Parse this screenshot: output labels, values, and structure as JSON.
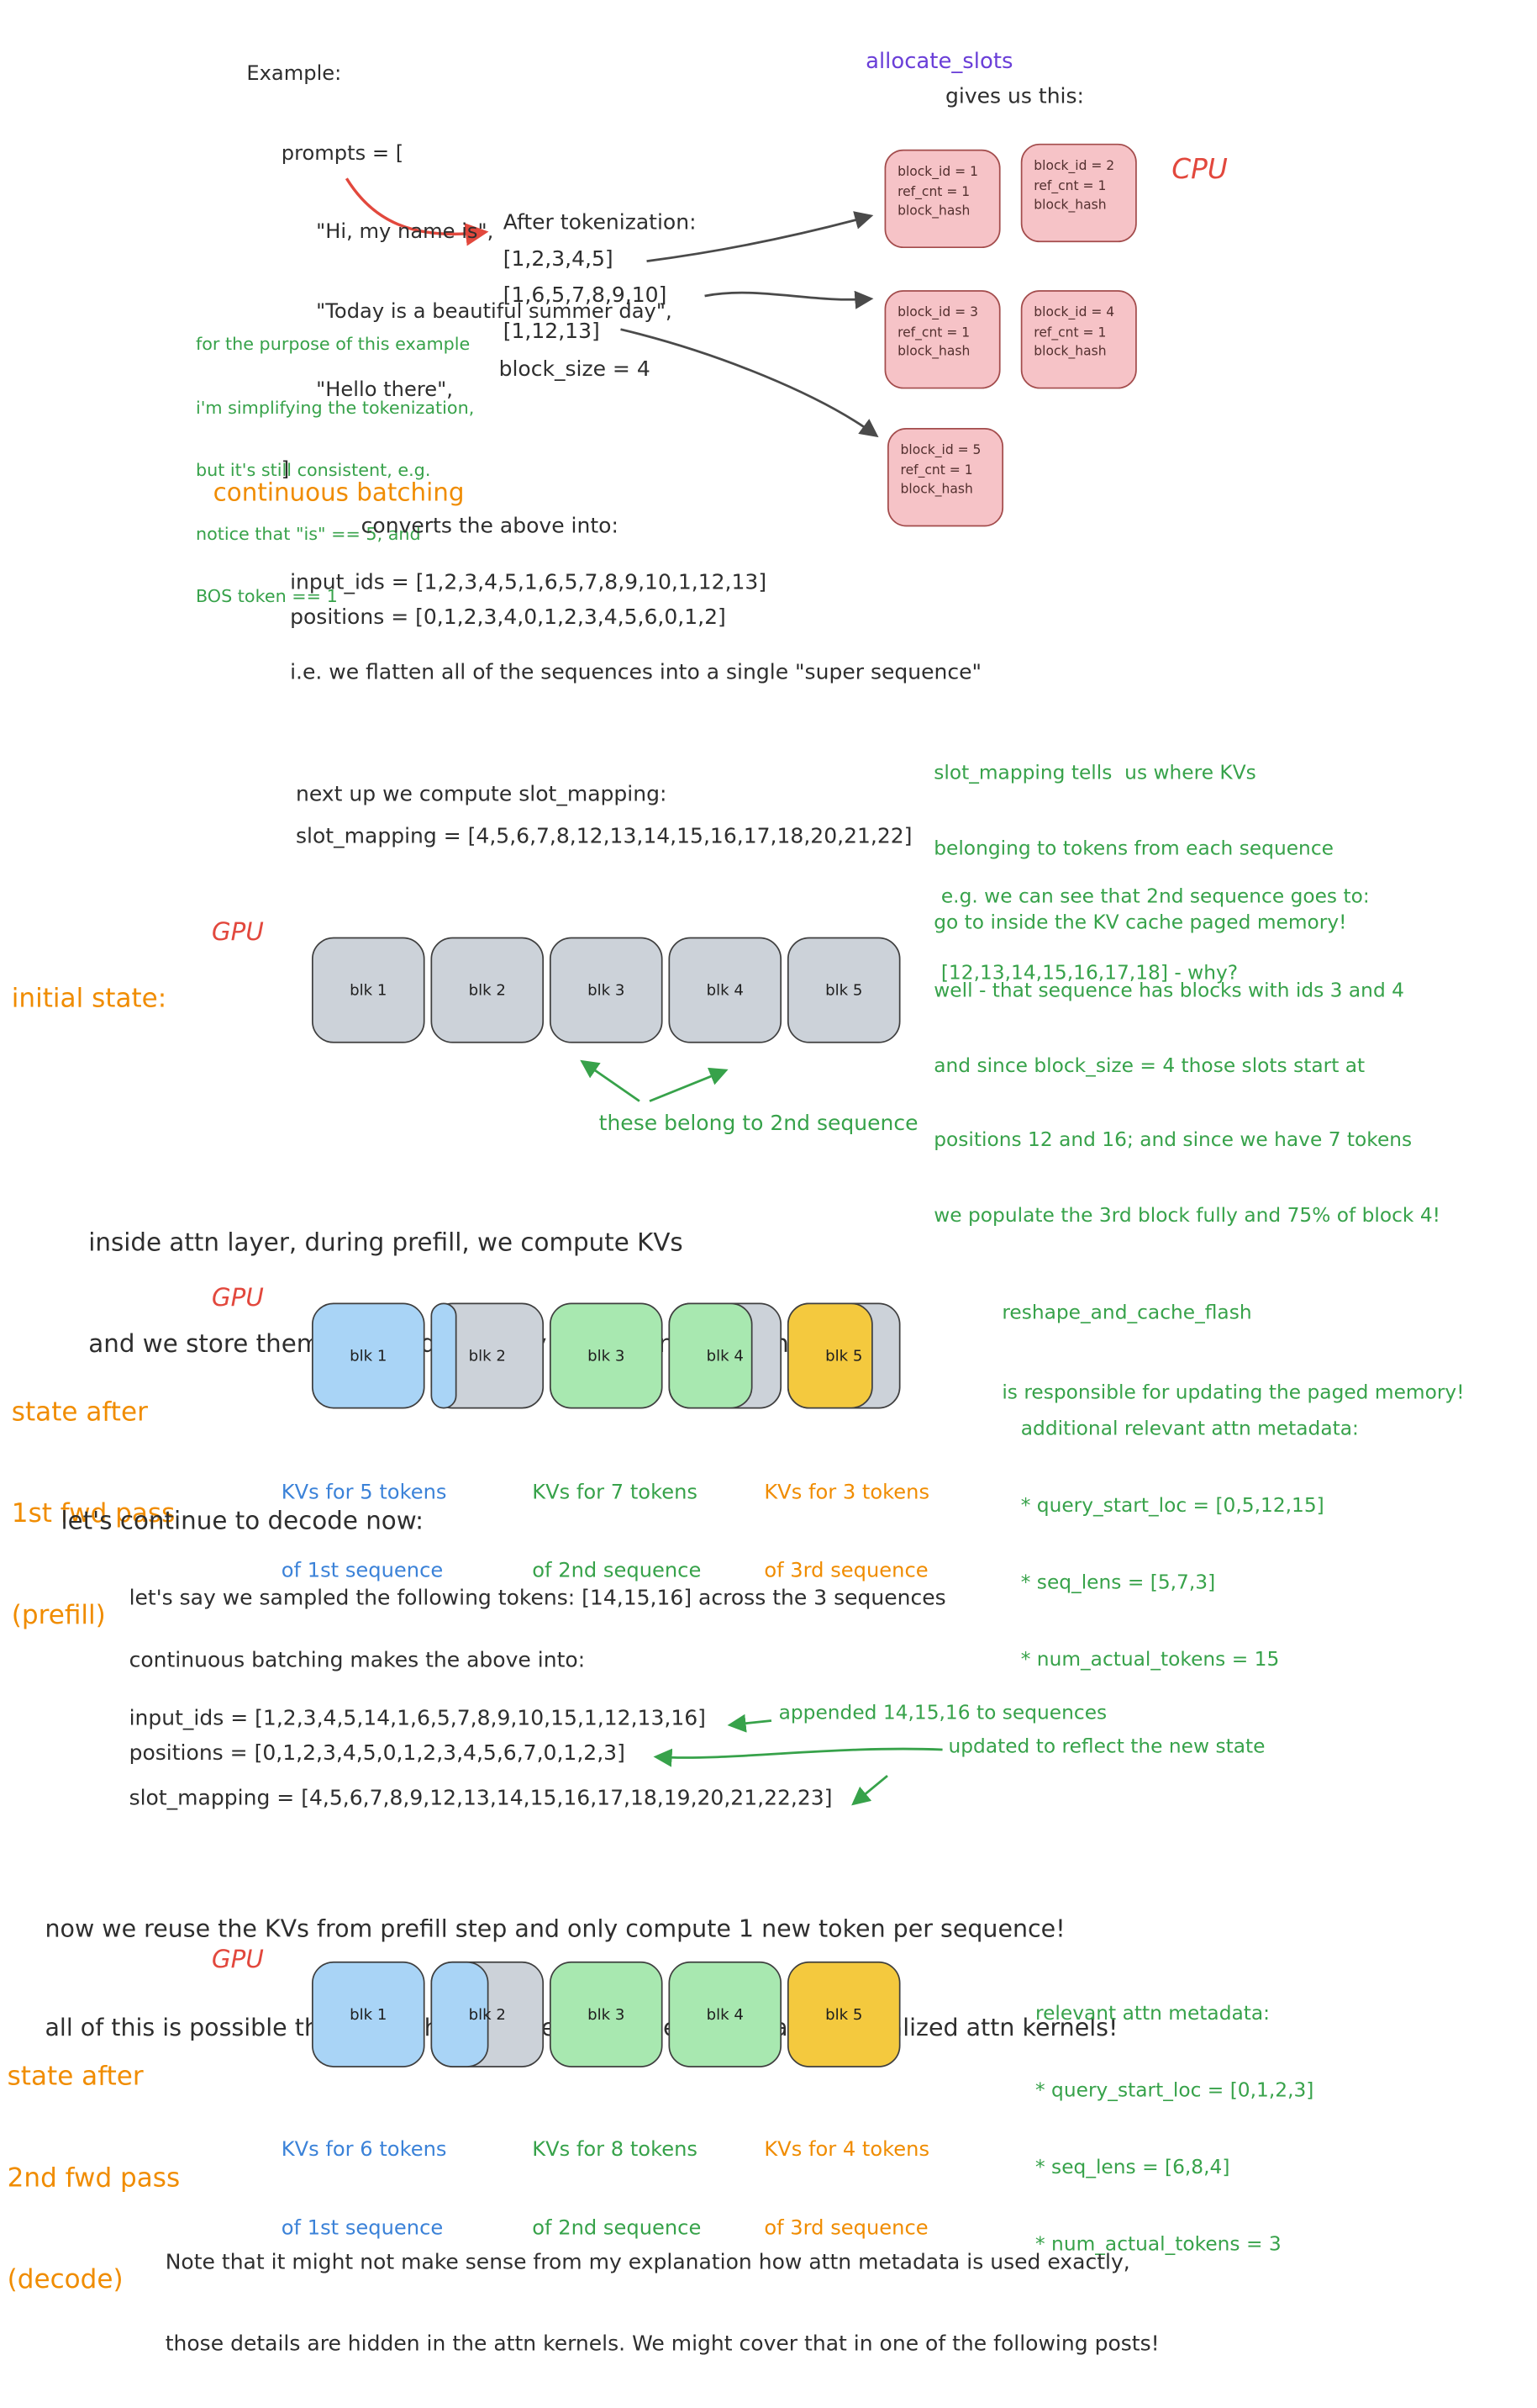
{
  "colors": {
    "orange_text": "#f08c00",
    "green_text": "#37a24a",
    "red_text": "#e2483d",
    "purple_text": "#6a3fd8",
    "blue_text": "#3b82d8",
    "pink_block": "#f6c3c7",
    "gray_block": "#ccd2d9",
    "blue_block": "#a9d4f6",
    "green_block": "#a8e8b0",
    "yellow_block": "#f4c93e"
  },
  "example": {
    "lines": [
      "Example:",
      "prompts = [",
      "\"Hi, my name is\",",
      "\"Today is a beautiful summer day\",",
      "\"Hello there\",",
      "]"
    ]
  },
  "allocate": {
    "title": "allocate_slots",
    "subtitle": "gives us this:",
    "cpu_label": "CPU",
    "blocks": [
      {
        "id": "block_id = 1",
        "ref": "ref_cnt = 1",
        "hash": "block_hash"
      },
      {
        "id": "block_id = 2",
        "ref": "ref_cnt = 1",
        "hash": "block_hash"
      },
      {
        "id": "block_id = 3",
        "ref": "ref_cnt = 1",
        "hash": "block_hash"
      },
      {
        "id": "block_id = 4",
        "ref": "ref_cnt = 1",
        "hash": "block_hash"
      },
      {
        "id": "block_id = 5",
        "ref": "ref_cnt = 1",
        "hash": "block_hash"
      }
    ]
  },
  "tokenization": {
    "title": "After tokenization:",
    "seq1": "[1,2,3,4,5]",
    "seq2": "[1,6,5,7,8,9,10]",
    "seq3": "[1,12,13]",
    "block_size": "block_size = 4"
  },
  "side_note": {
    "lines": [
      "for the purpose of this example",
      "i'm simplifying the tokenization,",
      "but it's still consistent, e.g.",
      "notice that \"is\" == 5, and",
      "BOS token == 1"
    ]
  },
  "batching": {
    "title": "continuous batching",
    "subtitle": "converts the above into:",
    "input_ids": "input_ids = [1,2,3,4,5,1,6,5,7,8,9,10,1,12,13]",
    "positions": "positions = [0,1,2,3,4,0,1,2,3,4,5,6,0,1,2]",
    "flatten_note": "i.e. we flatten all of the sequences into a single \"super sequence\""
  },
  "slot_mapping": {
    "tells": [
      "slot_mapping tells  us where KVs",
      "belonging to tokens from each sequence",
      "go to inside the KV cache paged memory!"
    ],
    "intro": "next up we compute slot_mapping:",
    "value": "slot_mapping = [4,5,6,7,8,12,13,14,15,16,17,18,20,21,22]",
    "example": [
      "e.g. we can see that 2nd sequence goes to:",
      "[12,13,14,15,16,17,18] - why?"
    ],
    "why": [
      "well - that sequence has blocks with ids 3 and 4",
      "and since block_size = 4 those slots start at",
      "positions 12 and 16; and since we have 7 tokens",
      "we populate the 3rd block fully and 75% of block 4!"
    ]
  },
  "gpu_initial": {
    "gpu_label": "GPU",
    "state_label": "initial state:",
    "blocks": [
      "blk 1",
      "blk 2",
      "blk 3",
      "blk 4",
      "blk 5"
    ],
    "arrow_note": "these belong to 2nd sequence"
  },
  "prefill": {
    "intro": [
      "inside attn layer, during prefill, we compute KVs",
      "and we store them in paged memory! so we end up with:"
    ],
    "gpu_label": "GPU",
    "state_label": [
      "state after",
      "1st fwd pass",
      "(prefill)"
    ],
    "blocks": [
      "blk 1",
      "blk 2",
      "blk 3",
      "blk 4",
      "blk 5"
    ],
    "captions": [
      [
        "KVs for 5 tokens",
        "of 1st sequence"
      ],
      [
        "KVs for 7 tokens",
        "of 2nd sequence"
      ],
      [
        "KVs for 3 tokens",
        "of 3rd sequence"
      ]
    ],
    "reshape_note": [
      "reshape_and_cache_flash",
      "is responsible for updating the paged memory!"
    ],
    "metadata": [
      "additional relevant attn metadata:",
      "* query_start_loc = [0,5,12,15]",
      "* seq_lens = [5,7,3]",
      "* num_actual_tokens = 15"
    ]
  },
  "decode": {
    "heading": "let's continue to decode now:",
    "sampled": "let's say we sampled the following tokens: [14,15,16] across the 3 sequences",
    "batch_intro": "continuous batching makes the above into:",
    "input_ids": "input_ids = [1,2,3,4,5,14,1,6,5,7,8,9,10,15,1,12,13,16]",
    "positions": "positions = [0,1,2,3,4,5,0,1,2,3,4,5,6,7,0,1,2,3]",
    "appended_note": "appended 14,15,16 to sequences",
    "updated_note": "updated to reflect the new state",
    "slot_mapping": "slot_mapping = [4,5,6,7,8,9,12,13,14,15,16,17,18,19,20,21,22,23]",
    "reuse": [
      "now we reuse the KVs from prefill step and only compute 1 new token per sequence!",
      "all of this is possible thanks to the attn metadata (see right) and specialized attn kernels!"
    ],
    "gpu_label": "GPU",
    "state_label": [
      "state after",
      "2nd fwd pass",
      "(decode)"
    ],
    "blocks": [
      "blk 1",
      "blk 2",
      "blk 3",
      "blk 4",
      "blk 5"
    ],
    "captions": [
      [
        "KVs for 6 tokens",
        "of 1st sequence"
      ],
      [
        "KVs for 8 tokens",
        "of 2nd sequence"
      ],
      [
        "KVs for 4 tokens",
        "of 3rd sequence"
      ]
    ],
    "metadata": [
      "relevant attn metadata:",
      "* query_start_loc = [0,1,2,3]",
      "* seq_lens = [6,8,4]",
      "* num_actual_tokens = 3"
    ]
  },
  "footer": {
    "lines": [
      "Note that it might not make sense from my explanation how attn metadata is used exactly,",
      "those details are hidden in the attn kernels. We might cover that in one of the following posts!"
    ]
  }
}
